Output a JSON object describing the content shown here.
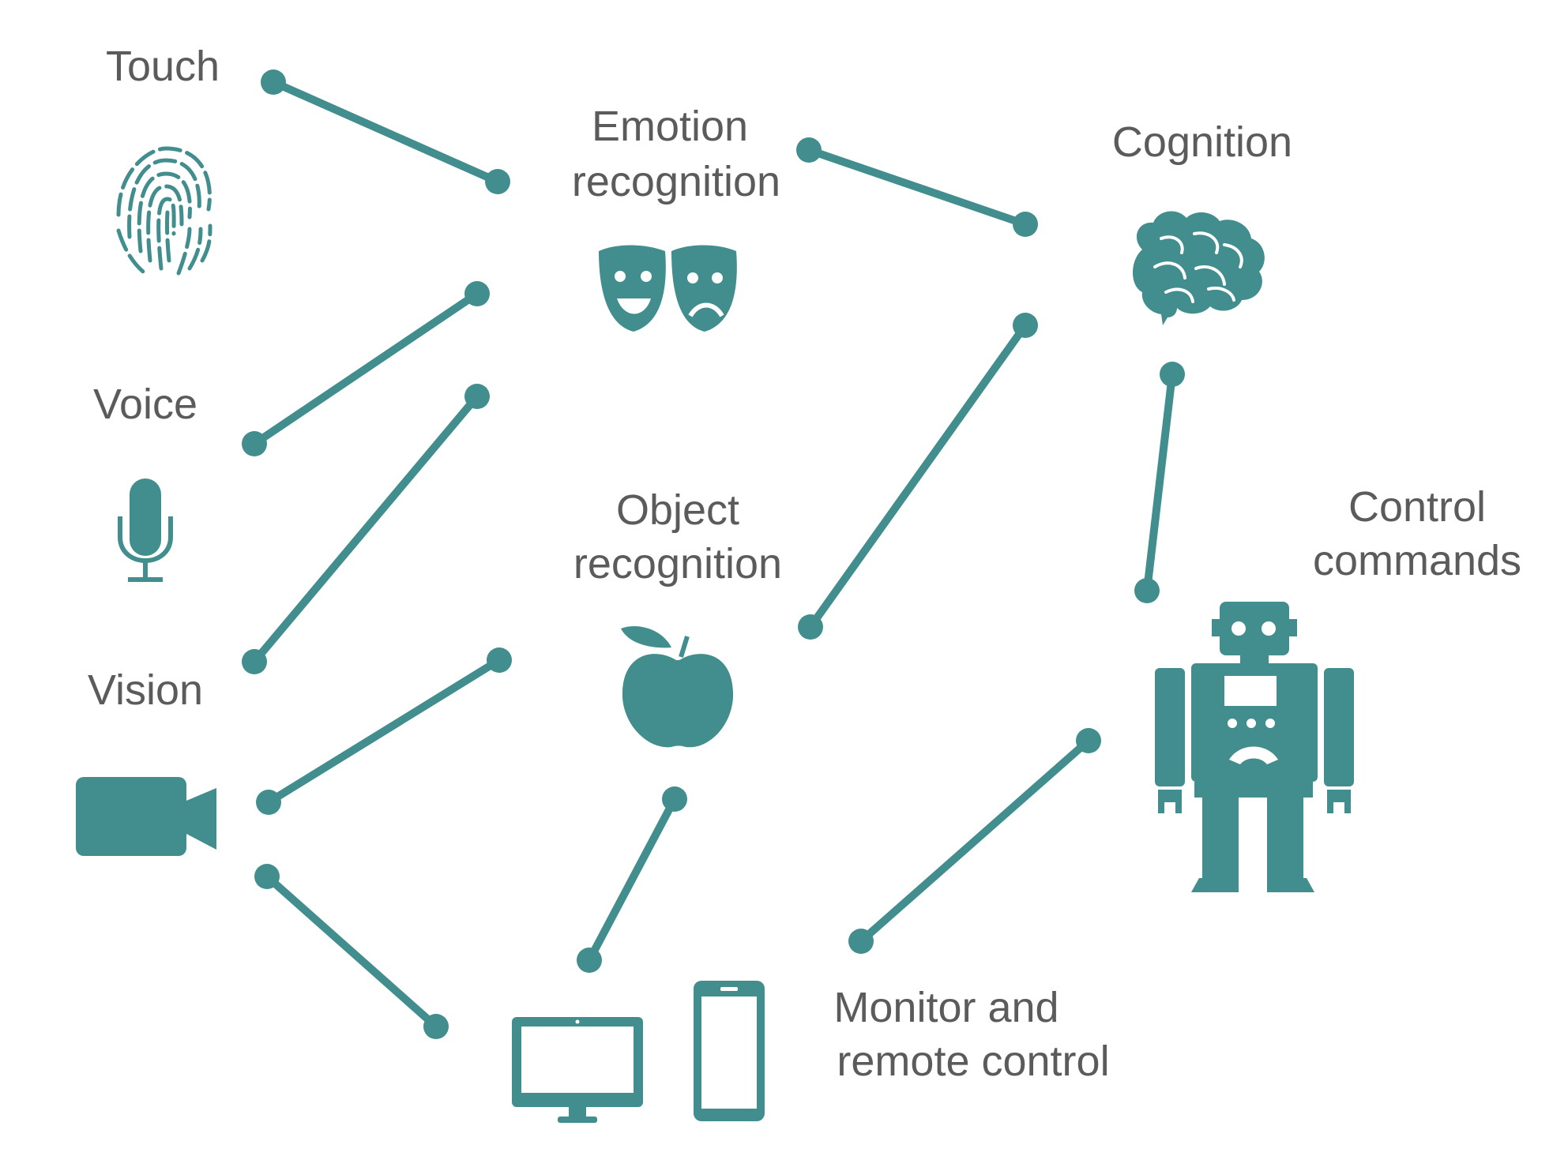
{
  "colors": {
    "accent": "#428d8d",
    "text": "#5b5b5b",
    "background": "#ffffff"
  },
  "nodes": {
    "touch": {
      "label": "Touch",
      "icon": "fingerprint-icon"
    },
    "voice": {
      "label": "Voice",
      "icon": "microphone-icon"
    },
    "vision": {
      "label": "Vision",
      "icon": "video-camera-icon"
    },
    "emotion": {
      "line1": "Emotion",
      "line2": "recognition",
      "icon": "theater-masks-icon"
    },
    "object": {
      "line1": "Object",
      "line2": "recognition",
      "icon": "apple-icon"
    },
    "cognition": {
      "label": "Cognition",
      "icon": "brain-icon"
    },
    "control": {
      "line1": "Control",
      "line2": "commands",
      "icon": "robot-icon"
    },
    "monitor": {
      "line1": "Monitor and",
      "line2": "remote control",
      "icon": "desktop-and-phone-icon"
    }
  },
  "connections": [
    {
      "from": "touch",
      "to": "emotion"
    },
    {
      "from": "voice",
      "to": "emotion"
    },
    {
      "from": "vision",
      "to": "emotion"
    },
    {
      "from": "vision",
      "to": "object"
    },
    {
      "from": "vision",
      "to": "monitor"
    },
    {
      "from": "emotion",
      "to": "cognition"
    },
    {
      "from": "object",
      "to": "cognition"
    },
    {
      "from": "object",
      "to": "monitor"
    },
    {
      "from": "cognition",
      "to": "control"
    },
    {
      "from": "monitor",
      "to": "control"
    }
  ]
}
